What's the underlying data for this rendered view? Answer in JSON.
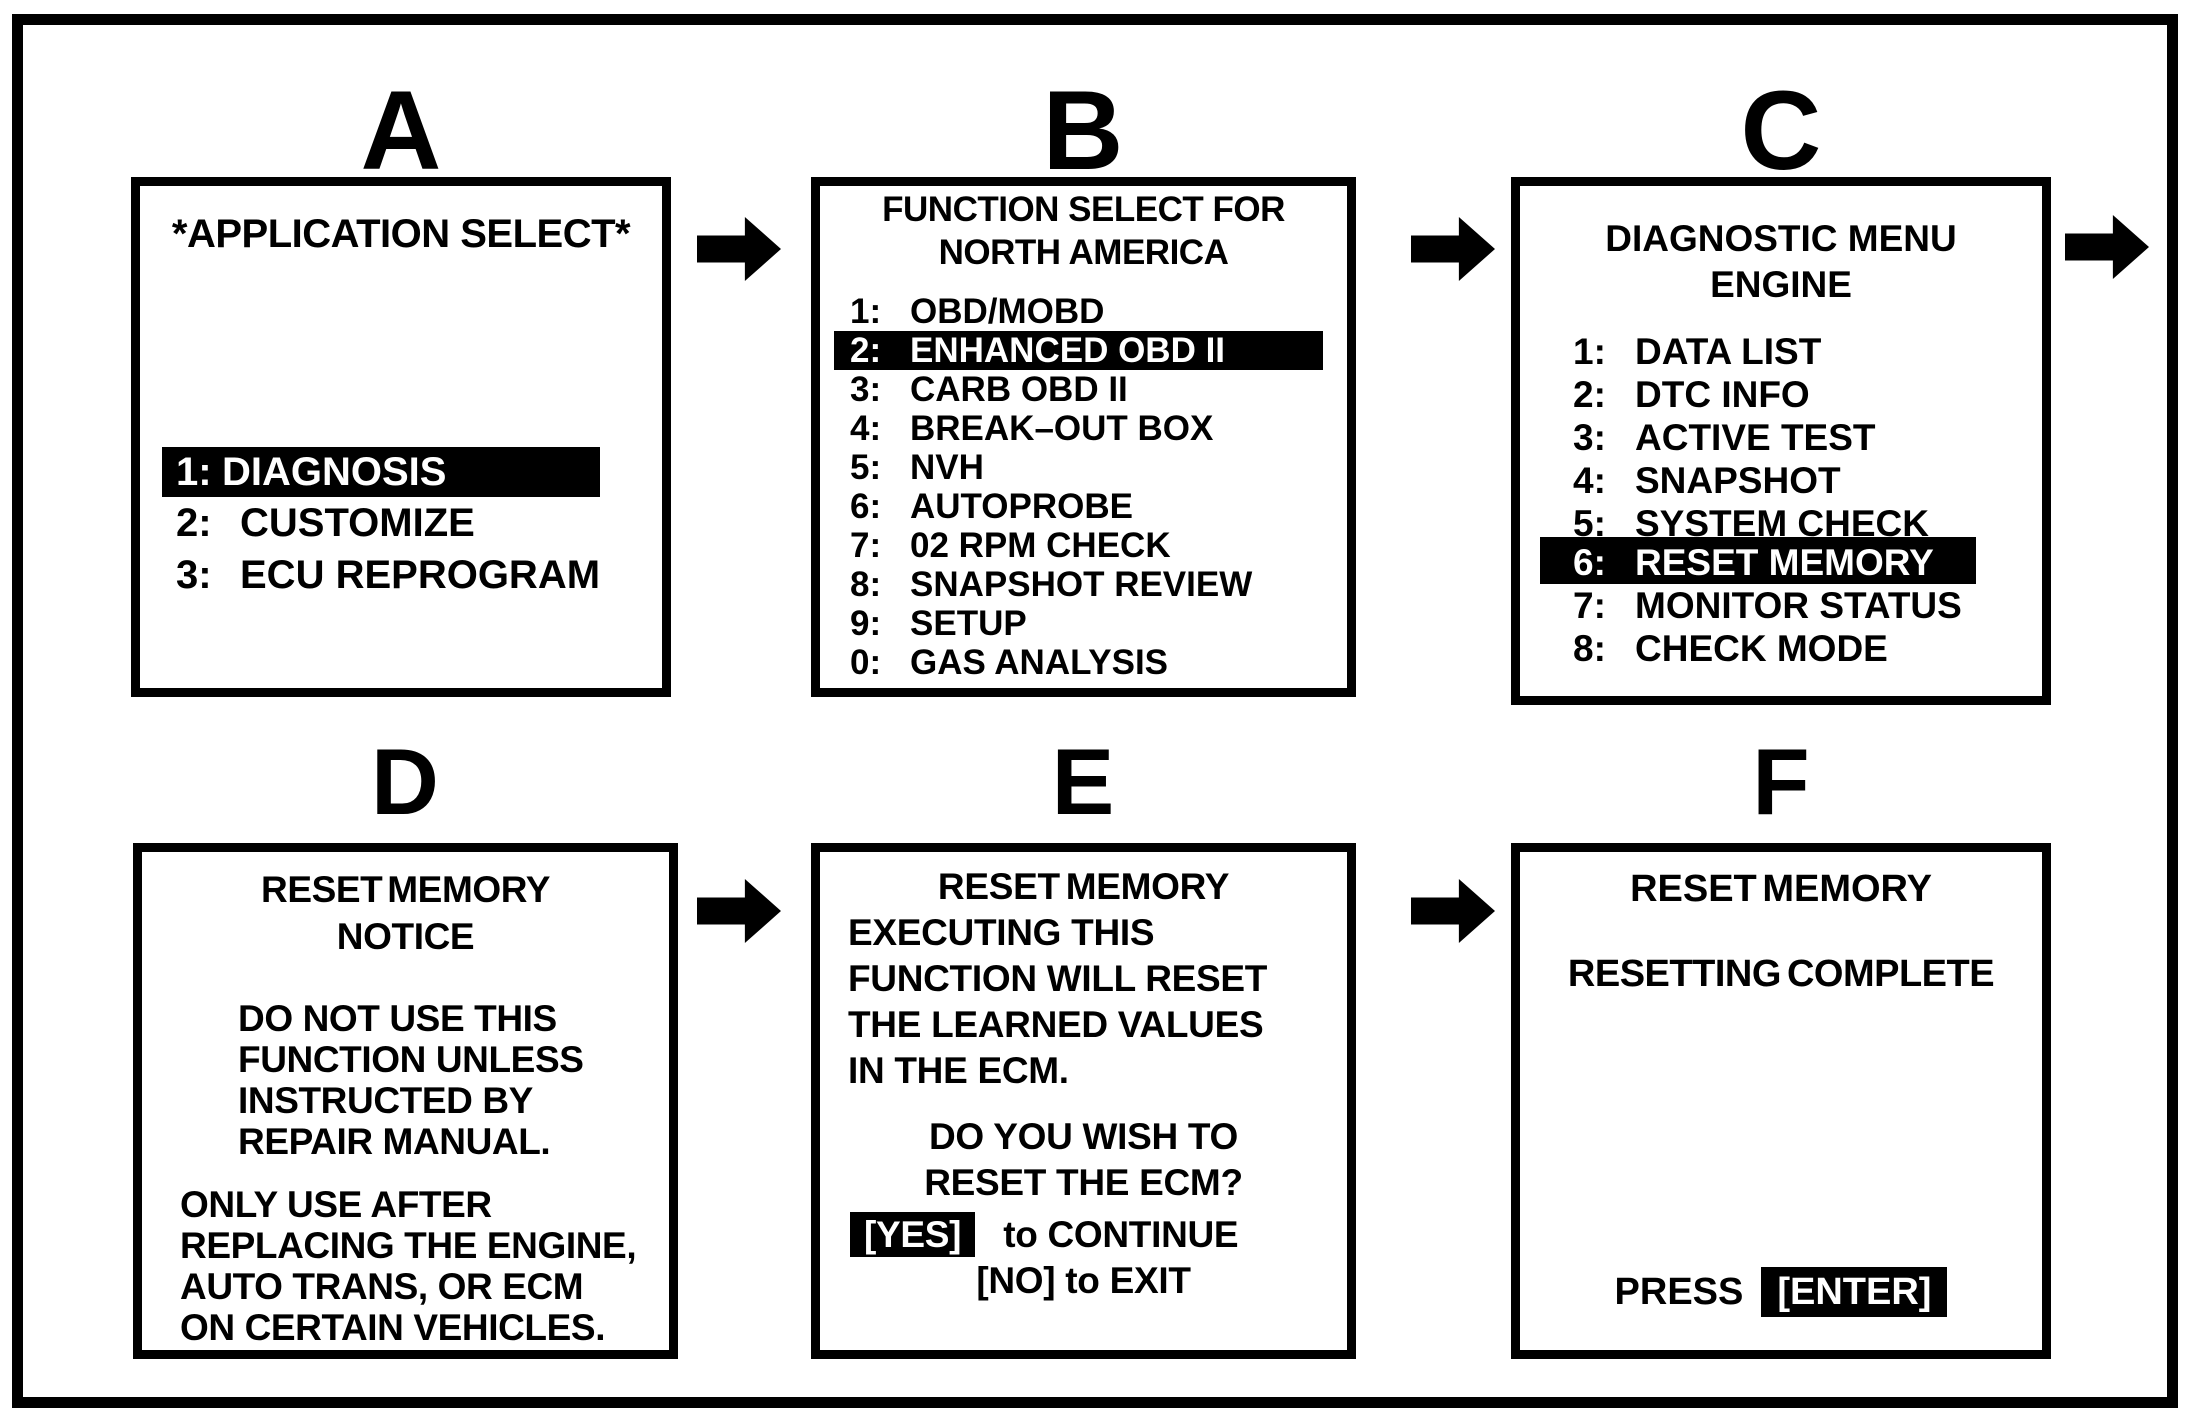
{
  "steps": {
    "a": {
      "letter": "A",
      "title": "*APPLICATION SELECT*",
      "items": [
        {
          "num": "1:",
          "label": "DIAGNOSIS",
          "highlighted": true
        },
        {
          "num": "2:",
          "label": "CUSTOMIZE",
          "highlighted": false
        },
        {
          "num": "3:",
          "label": "ECU REPROGRAM",
          "highlighted": false
        }
      ]
    },
    "b": {
      "letter": "B",
      "title": [
        "FUNCTION SELECT FOR",
        "NORTH AMERICA"
      ],
      "items": [
        {
          "num": "1:",
          "label": "OBD/MOBD",
          "highlighted": false
        },
        {
          "num": "2:",
          "label": "ENHANCED OBD II",
          "highlighted": true
        },
        {
          "num": "3:",
          "label": "CARB OBD II",
          "highlighted": false
        },
        {
          "num": "4:",
          "label": "BREAK–OUT BOX",
          "highlighted": false
        },
        {
          "num": "5:",
          "label": "NVH",
          "highlighted": false
        },
        {
          "num": "6:",
          "label": "AUTOPROBE",
          "highlighted": false
        },
        {
          "num": "7:",
          "label": "02 RPM CHECK",
          "highlighted": false
        },
        {
          "num": "8:",
          "label": "SNAPSHOT REVIEW",
          "highlighted": false
        },
        {
          "num": "9:",
          "label": "SETUP",
          "highlighted": false
        },
        {
          "num": "0:",
          "label": "GAS ANALYSIS",
          "highlighted": false
        }
      ]
    },
    "c": {
      "letter": "C",
      "title": [
        "DIAGNOSTIC MENU",
        "ENGINE"
      ],
      "items": [
        {
          "num": "1:",
          "label": "DATA LIST",
          "highlighted": false
        },
        {
          "num": "2:",
          "label": "DTC INFO",
          "highlighted": false
        },
        {
          "num": "3:",
          "label": "ACTIVE TEST",
          "highlighted": false
        },
        {
          "num": "4:",
          "label": "SNAPSHOT",
          "highlighted": false
        },
        {
          "num": "5:",
          "label": "SYSTEM CHECK",
          "highlighted": false
        },
        {
          "num": "6:",
          "label": "RESET MEMORY",
          "highlighted": true
        },
        {
          "num": "7:",
          "label": "MONITOR STATUS",
          "highlighted": false
        },
        {
          "num": "8:",
          "label": "CHECK MODE",
          "highlighted": false
        }
      ]
    },
    "d": {
      "letter": "D",
      "title": [
        "RESET MEMORY",
        "NOTICE"
      ],
      "para1": [
        "DO NOT USE THIS",
        "FUNCTION UNLESS",
        "INSTRUCTED BY",
        "REPAIR MANUAL."
      ],
      "para2": [
        "ONLY USE AFTER",
        "REPLACING THE ENGINE,",
        "AUTO TRANS, OR ECM",
        "ON CERTAIN VEHICLES."
      ]
    },
    "e": {
      "letter": "E",
      "heading": "RESET MEMORY",
      "body": [
        "EXECUTING THIS",
        "FUNCTION WILL RESET",
        "THE LEARNED VALUES",
        "IN THE ECM."
      ],
      "question": [
        "DO YOU WISH TO",
        "RESET THE ECM?"
      ],
      "yes_key": "[YES]",
      "yes_action": "to CONTINUE",
      "no_line": "[NO] to EXIT"
    },
    "f": {
      "letter": "F",
      "heading": "RESET MEMORY",
      "status": "RESETTING COMPLETE",
      "press_label": "PRESS",
      "enter_key": "[ENTER]"
    }
  },
  "flow": {
    "arrow_icon": "right-block-arrow",
    "arrow_count": 5,
    "direction": "left-to-right"
  },
  "colors": {
    "ink": "#000000",
    "paper": "#ffffff",
    "highlight_bg": "#000000",
    "highlight_text": "#ffffff"
  }
}
